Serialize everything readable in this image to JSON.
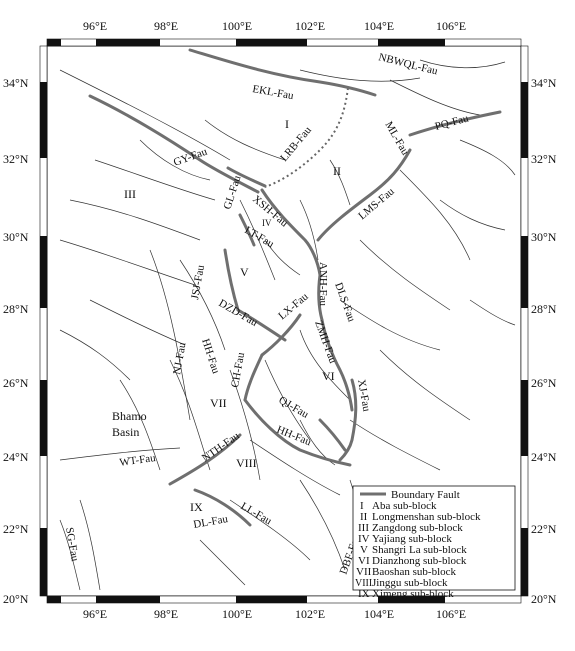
{
  "axes": {
    "lon_labels": [
      "96°E",
      "98°E",
      "100°E",
      "102°E",
      "104°E",
      "106°E"
    ],
    "lat_labels": [
      "34°N",
      "32°N",
      "30°N",
      "28°N",
      "26°N",
      "24°N",
      "22°N",
      "20°N"
    ]
  },
  "faults": {
    "EKL": "EKL-Fau",
    "NBWQL": "NBWQL-Fau",
    "ML": "ML-Fau",
    "PQ": "PQ-Fau",
    "LRB": "LRB-Fau",
    "GY": "GY-Fau",
    "GL": "GL-Fau",
    "XSH": "XSH-Fau",
    "LMS": "LMS-Fau",
    "LT": "LT-Fau",
    "JSJ": "JSJ-Fau",
    "ANH": "ANH-Fau",
    "DLS": "DLS-Fau",
    "DZD": "DZD-Fau",
    "LX": "LX-Fau",
    "ZMH": "ZMH-Fau",
    "NJ": "NJ-Fau",
    "HH1": "HH-Fau",
    "CH": "CH-Fau",
    "XJ": "XJ-Fau",
    "QJ": "QJ-Fau",
    "NTH": "NTH-Fau",
    "HH2": "HH-Fau",
    "WT": "WT-Fau",
    "DL": "DL-Fau",
    "LL": "LL-Fau",
    "DBF": "DBF-Fau",
    "SG": "SG-Fau"
  },
  "blocks": {
    "I": "I",
    "II": "II",
    "III": "III",
    "IV": "IV",
    "V": "V",
    "VI": "VI",
    "VII": "VII",
    "VIII": "VIII",
    "IX": "IX"
  },
  "basin": {
    "line1": "Bhamo",
    "line2": "Basin"
  },
  "legend": {
    "boundary": "Boundary Fault",
    "items": [
      {
        "numeral": "I",
        "name": "Aba sub-block"
      },
      {
        "numeral": "II",
        "name": "Longmenshan sub-block"
      },
      {
        "numeral": "III",
        "name": "Zangdong sub-block"
      },
      {
        "numeral": "IV",
        "name": "Yajiang sub-block"
      },
      {
        "numeral": "V",
        "name": "Shangri La sub-block"
      },
      {
        "numeral": "VI",
        "name": "Dianzhong sub-block"
      },
      {
        "numeral": "VII",
        "name": "Baoshan sub-block"
      },
      {
        "numeral": "VIII",
        "name": "Jinggu sub-block"
      },
      {
        "numeral": "IX",
        "name": "Ximeng sub-block"
      }
    ]
  }
}
